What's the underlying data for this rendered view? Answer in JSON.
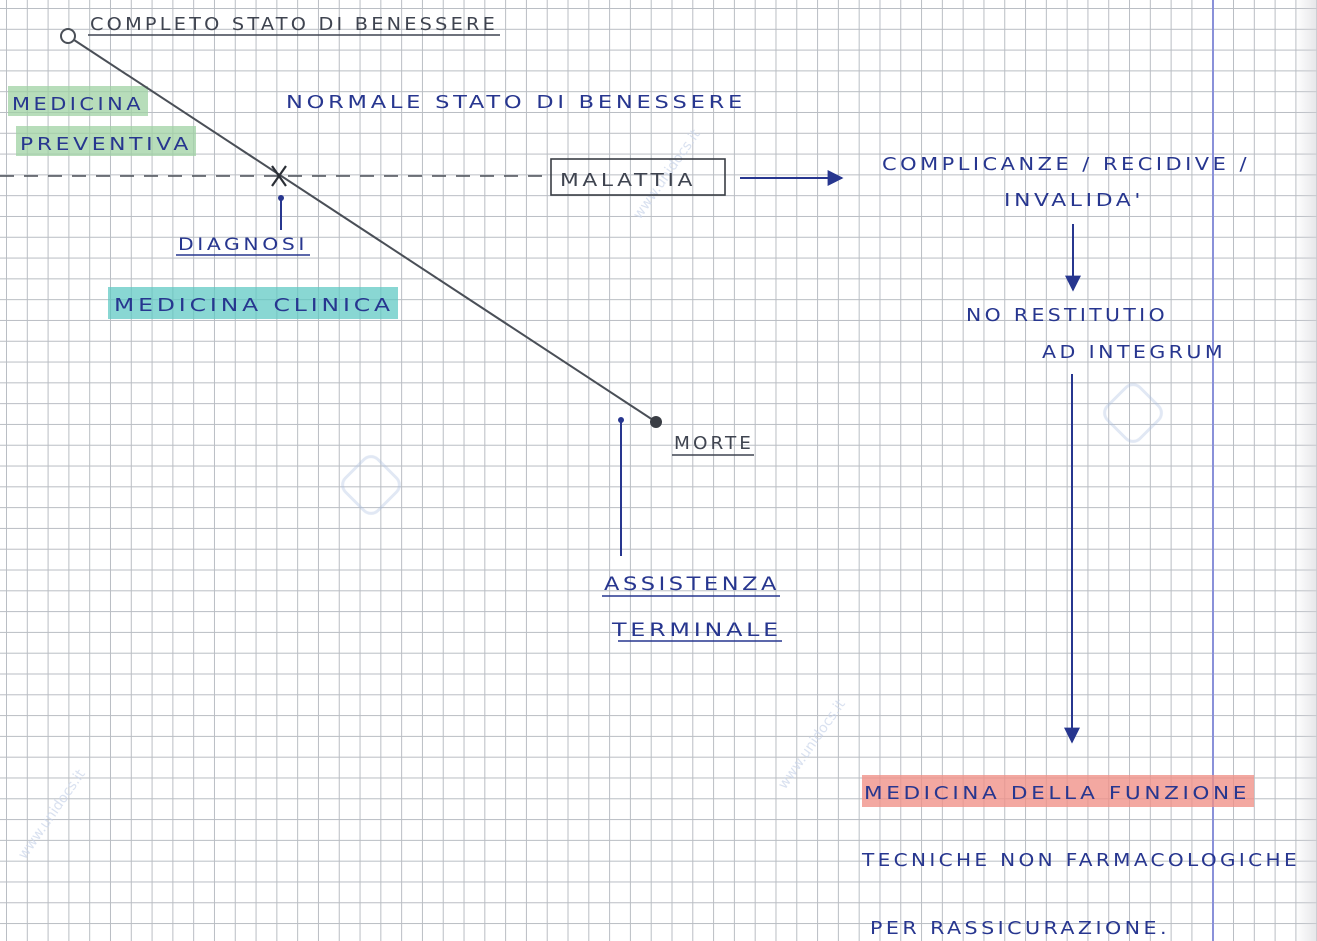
{
  "labels": {
    "complete_wellbeing": "COMPLETO STATO DI BENESSERE",
    "normal_wellbeing": "NORMALE STATO DI BENESSERE",
    "preventive_1": "MEDICINA",
    "preventive_2": "PREVENTIVA",
    "disease": "MALATTIA",
    "complications_1": "COMPLICANZE / RECIDIVE /",
    "complications_2": "INVALIDA'",
    "diagnosis": "DIAGNOSI",
    "clinical_medicine": "MEDICINA CLINICA",
    "no_restitutio_1": "NO RESTITUTIO",
    "no_restitutio_2": "AD INTEGRUM",
    "death": "MORTE",
    "terminal_care_1": "ASSISTENZA",
    "terminal_care_2": "TERMINALE",
    "function_medicine": "MEDICINA DELLA FUNZIONE",
    "techniques": "TECNICHE NON FARMACOLOGICHE",
    "reassurance": "PER RASSICURAZIONE."
  },
  "watermark": "www.unidocs.it",
  "colors": {
    "ink_blue": "#27368f",
    "ink_gray": "#3f4450",
    "grid": "#b9bdc3",
    "highlight_green": "#9fd2a3",
    "highlight_teal": "#5cc7c2",
    "highlight_red": "#ef8f86"
  }
}
